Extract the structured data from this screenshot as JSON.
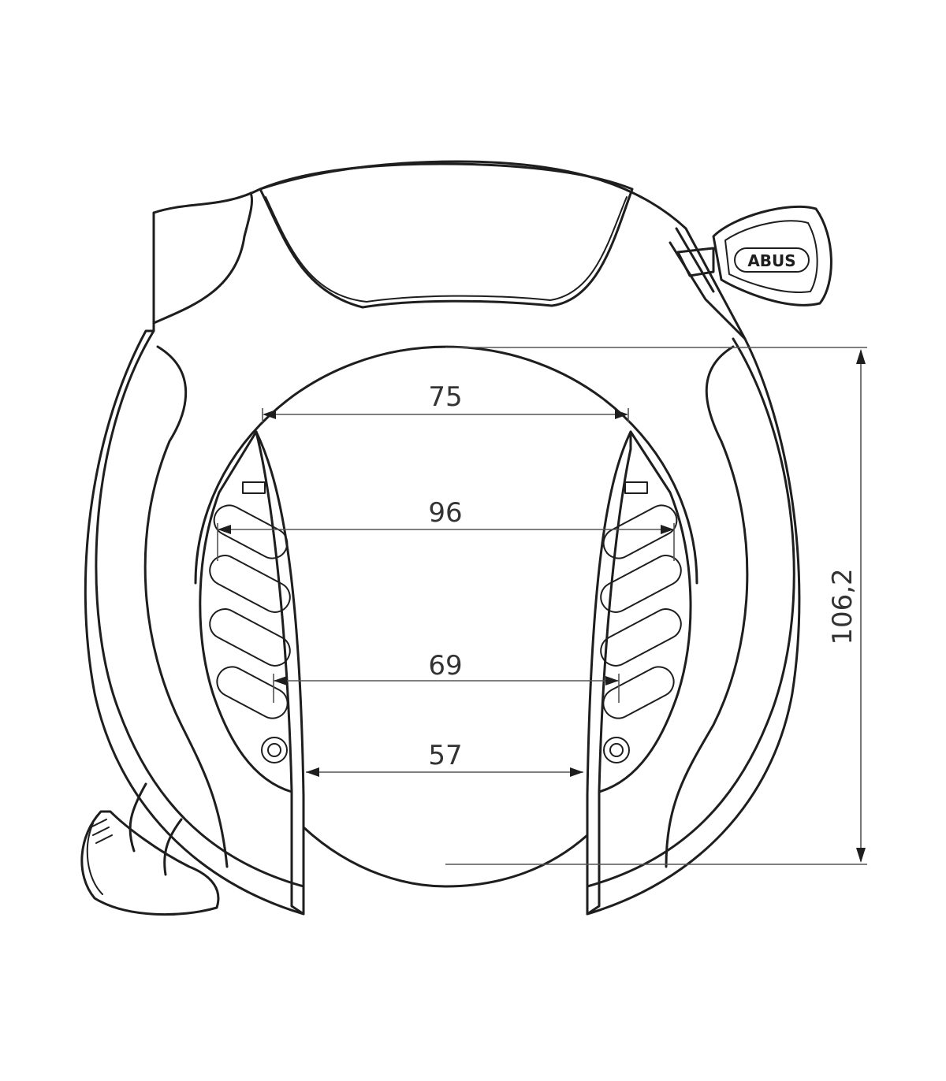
{
  "diagram": {
    "brand_logo": "ABUS",
    "dimensions": [
      {
        "id": "top-width",
        "label": "75"
      },
      {
        "id": "mid-width",
        "label": "96"
      },
      {
        "id": "low-width",
        "label": "69"
      },
      {
        "id": "bottom-width",
        "label": "57"
      },
      {
        "id": "height",
        "label": "106,2"
      }
    ]
  }
}
